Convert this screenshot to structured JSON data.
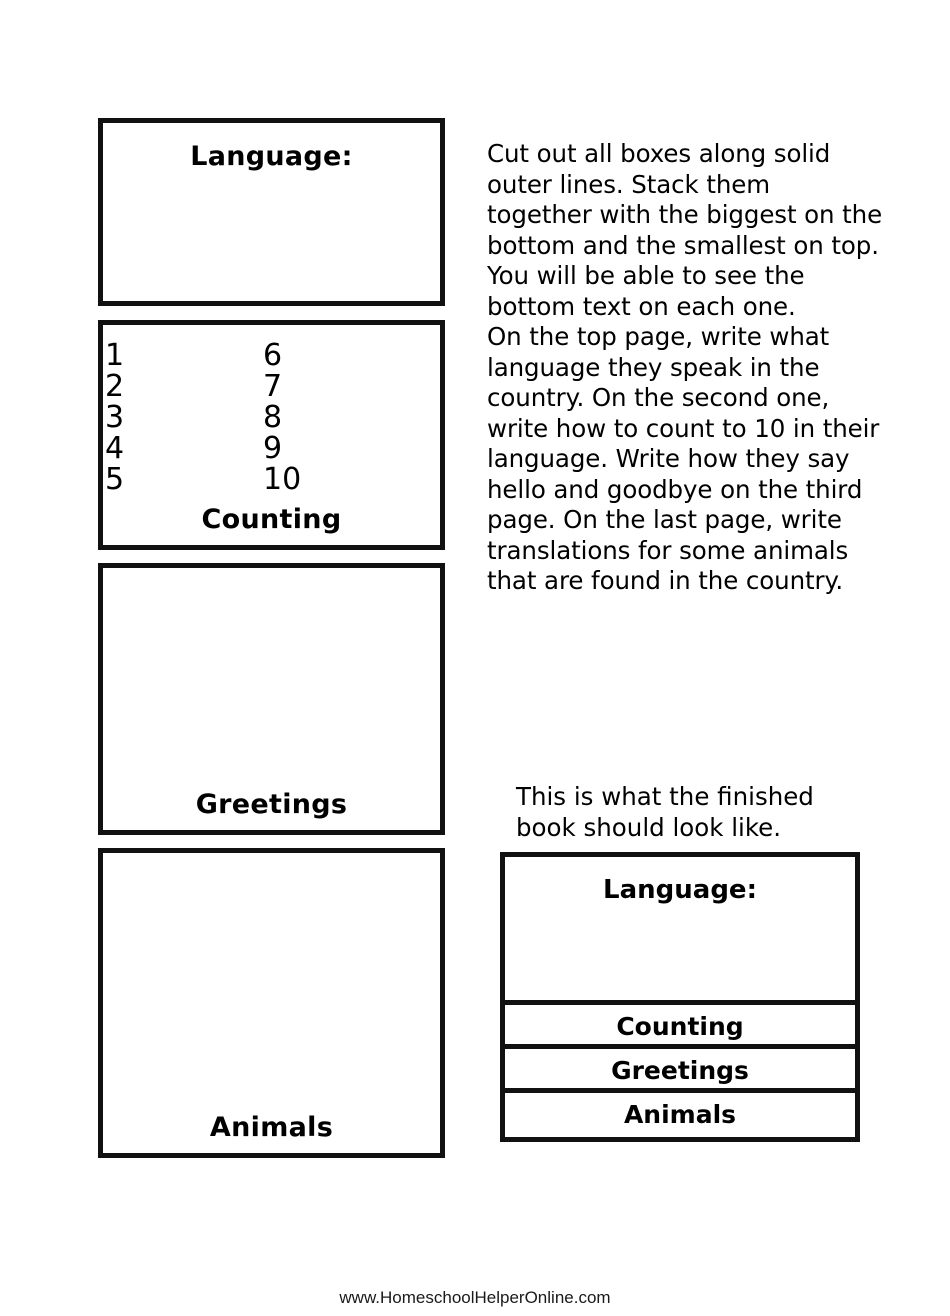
{
  "worksheet": {
    "footer_url": "www.HomeschoolHelperOnline.com"
  },
  "cut_boxes": {
    "language": {
      "title": "Language:"
    },
    "counting": {
      "label": "Counting",
      "column_left": [
        "1",
        "2",
        "3",
        "4",
        "5"
      ],
      "column_right": [
        "6",
        "7",
        "8",
        "9",
        "10"
      ]
    },
    "greetings": {
      "label": "Greetings"
    },
    "animals": {
      "label": "Animals"
    }
  },
  "instructions": {
    "line1": "Cut out all boxes along solid",
    "line2": "outer lines.  Stack them",
    "line3": "together with the biggest on the",
    "line4": "bottom and the smallest on top.",
    "line5": "You will be able to see the",
    "line6": "bottom text on each one.",
    "line7": "On the top page, write what",
    "line8": "language they speak in the",
    "line9": "country.   On the second one,",
    "line10": "write how to count to 10 in their",
    "line11": "language.  Write how they say",
    "line12": "hello and goodbye on the third",
    "line13": "page.  On the last page, write",
    "line14": "translations for some animals",
    "line15": "that are found in the country."
  },
  "finished_note": {
    "line1": "This is what the finished",
    "line2": "book should look like."
  },
  "finished_book": {
    "cover_title": "Language:",
    "strip1": "Counting",
    "strip2": "Greetings",
    "strip3": "Animals"
  }
}
